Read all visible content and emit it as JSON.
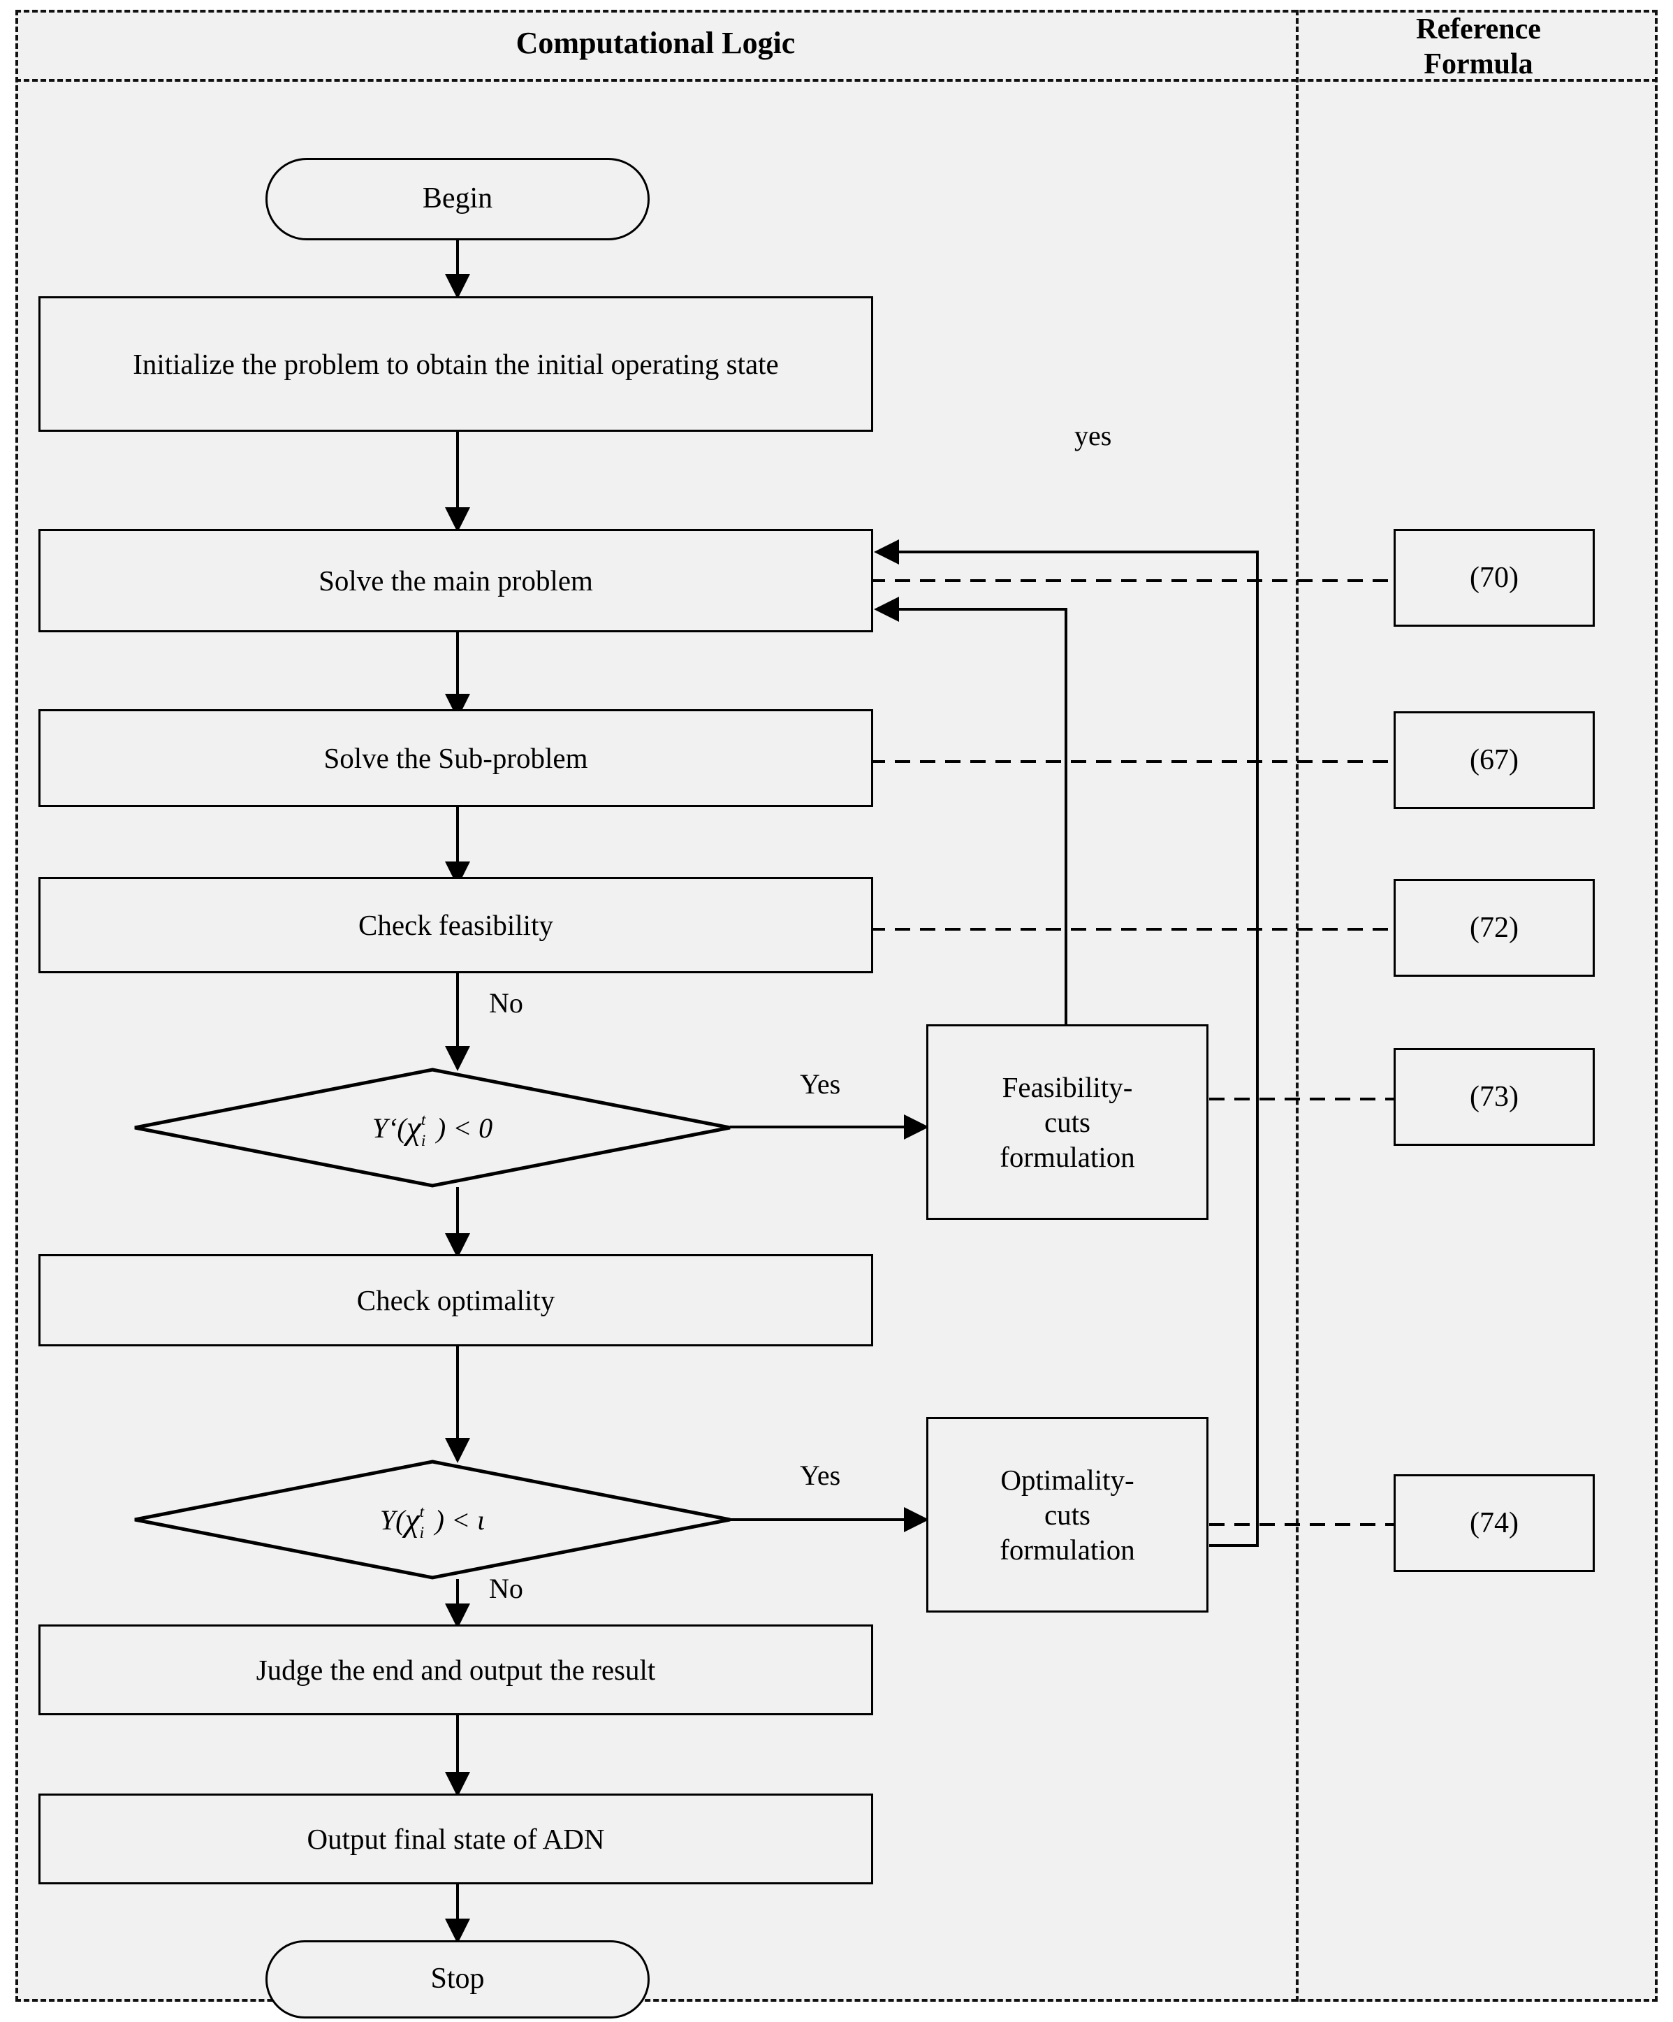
{
  "header": {
    "left_title": "Computational Logic",
    "right_title_line1": "Reference",
    "right_title_line2": "Formula"
  },
  "flow": {
    "begin": "Begin",
    "initialize": "Initialize the problem to obtain the initial operating state",
    "solve_main": "Solve the main problem",
    "solve_sub": "Solve the Sub-problem",
    "check_feasibility": "Check feasibility",
    "decision_feasibility": "Y‘(χᵢᵗ) < 0",
    "decision_feasibility_base": "Y‘(",
    "decision_feasibility_var": "χ",
    "decision_feasibility_sup": "t",
    "decision_feasibility_sub": "i",
    "decision_feasibility_tail": ") < 0",
    "feasibility_cuts_l1": "Feasibility-",
    "feasibility_cuts_l2": "cuts",
    "feasibility_cuts_l3": "formulation",
    "check_optimality": "Check optimality",
    "decision_optimality_base": "Y(",
    "decision_optimality_var": "χ",
    "decision_optimality_sup": "t",
    "decision_optimality_sub": "i",
    "decision_optimality_tail": ") < ι",
    "optimality_cuts_l1": "Optimality-",
    "optimality_cuts_l2": "cuts",
    "optimality_cuts_l3": "formulation",
    "judge_end": "Judge the end and output the result",
    "output_final": "Output final state of ADN",
    "stop": "Stop"
  },
  "labels": {
    "yes_lower_feedback": "yes",
    "no_feasibility": "No",
    "yes_feasibility": "Yes",
    "yes_optimality": "Yes",
    "no_optimality": "No"
  },
  "references": {
    "main_problem": "(70)",
    "sub_problem": "(67)",
    "check_feasibility": "(72)",
    "feasibility_cuts": "(73)",
    "optimality_cuts": "(74)"
  },
  "colors": {
    "page_background": "#ffffff",
    "panel_background": "#f1f1f1",
    "line": "#000000",
    "text": "#000000"
  }
}
